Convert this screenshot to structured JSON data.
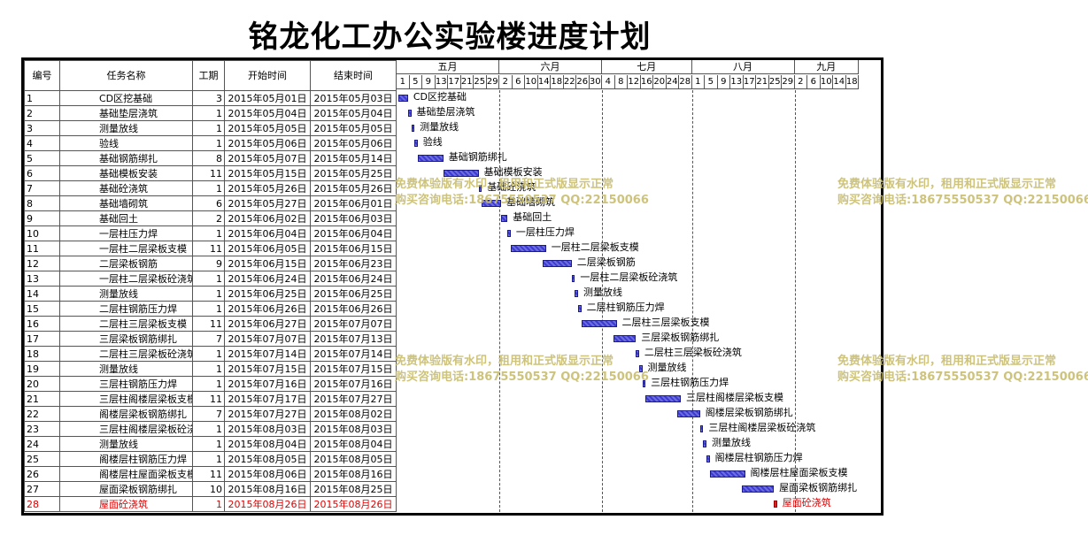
{
  "title": "铭龙化工办公实验楼进度计划",
  "headers": {
    "id": "编号",
    "name": "任务名称",
    "duration": "工期",
    "start": "开始时间",
    "end": "结束时间"
  },
  "months": [
    {
      "label": "五月",
      "days": [
        "1",
        "5",
        "9",
        "13",
        "17",
        "21",
        "25",
        "29"
      ]
    },
    {
      "label": "六月",
      "days": [
        "2",
        "6",
        "10",
        "14",
        "18",
        "22",
        "26",
        "30"
      ]
    },
    {
      "label": "七月",
      "days": [
        "4",
        "8",
        "12",
        "16",
        "20",
        "24",
        "28"
      ]
    },
    {
      "label": "八月",
      "days": [
        "1",
        "5",
        "9",
        "13",
        "17",
        "21",
        "25",
        "29"
      ]
    },
    {
      "label": "九月",
      "days": [
        "2",
        "6",
        "10",
        "14",
        "18"
      ]
    }
  ],
  "tasks": [
    {
      "id": "1",
      "name": "CD区挖基础",
      "duration": "3",
      "start": "2015年05月01日",
      "end": "2015年05月03日"
    },
    {
      "id": "2",
      "name": "基础垫层浇筑",
      "duration": "1",
      "start": "2015年05月04日",
      "end": "2015年05月04日"
    },
    {
      "id": "3",
      "name": "测量放线",
      "duration": "1",
      "start": "2015年05月05日",
      "end": "2015年05月05日"
    },
    {
      "id": "4",
      "name": "验线",
      "duration": "1",
      "start": "2015年05月06日",
      "end": "2015年05月06日"
    },
    {
      "id": "5",
      "name": "基础钢筋绑扎",
      "duration": "8",
      "start": "2015年05月07日",
      "end": "2015年05月14日"
    },
    {
      "id": "6",
      "name": "基础模板安装",
      "duration": "11",
      "start": "2015年05月15日",
      "end": "2015年05月25日"
    },
    {
      "id": "7",
      "name": "基础砼浇筑",
      "duration": "1",
      "start": "2015年05月26日",
      "end": "2015年05月26日"
    },
    {
      "id": "8",
      "name": "基础墙砌筑",
      "duration": "6",
      "start": "2015年05月27日",
      "end": "2015年06月01日"
    },
    {
      "id": "9",
      "name": "基础回土",
      "duration": "2",
      "start": "2015年06月02日",
      "end": "2015年06月03日"
    },
    {
      "id": "10",
      "name": "一层柱压力焊",
      "duration": "1",
      "start": "2015年06月04日",
      "end": "2015年06月04日"
    },
    {
      "id": "11",
      "name": "一层柱二层梁板支模",
      "duration": "11",
      "start": "2015年06月05日",
      "end": "2015年06月15日"
    },
    {
      "id": "12",
      "name": "二层梁板钢筋",
      "duration": "9",
      "start": "2015年06月15日",
      "end": "2015年06月23日"
    },
    {
      "id": "13",
      "name": "一层柱二层梁板砼浇筑",
      "duration": "1",
      "start": "2015年06月24日",
      "end": "2015年06月24日"
    },
    {
      "id": "14",
      "name": "测量放线",
      "duration": "1",
      "start": "2015年06月25日",
      "end": "2015年06月25日"
    },
    {
      "id": "15",
      "name": "二层柱钢筋压力焊",
      "duration": "1",
      "start": "2015年06月26日",
      "end": "2015年06月26日"
    },
    {
      "id": "16",
      "name": "二层柱三层梁板支模",
      "duration": "11",
      "start": "2015年06月27日",
      "end": "2015年07月07日"
    },
    {
      "id": "17",
      "name": "三层梁板钢筋绑扎",
      "duration": "7",
      "start": "2015年07月07日",
      "end": "2015年07月13日"
    },
    {
      "id": "18",
      "name": "二层柱三层梁板砼浇筑",
      "duration": "1",
      "start": "2015年07月14日",
      "end": "2015年07月14日"
    },
    {
      "id": "19",
      "name": "测量放线",
      "duration": "1",
      "start": "2015年07月15日",
      "end": "2015年07月15日"
    },
    {
      "id": "20",
      "name": "三层柱钢筋压力焊",
      "duration": "1",
      "start": "2015年07月16日",
      "end": "2015年07月16日"
    },
    {
      "id": "21",
      "name": "三层柱阁楼层梁板支模",
      "duration": "11",
      "start": "2015年07月17日",
      "end": "2015年07月27日"
    },
    {
      "id": "22",
      "name": "阁楼层梁板钢筋绑扎",
      "duration": "7",
      "start": "2015年07月27日",
      "end": "2015年08月02日"
    },
    {
      "id": "23",
      "name": "三层柱阁楼层梁板砼浇筑",
      "duration": "1",
      "start": "2015年08月03日",
      "end": "2015年08月03日"
    },
    {
      "id": "24",
      "name": "测量放线",
      "duration": "1",
      "start": "2015年08月04日",
      "end": "2015年08月04日"
    },
    {
      "id": "25",
      "name": "阁楼层柱钢筋压力焊",
      "duration": "1",
      "start": "2015年08月05日",
      "end": "2015年08月05日"
    },
    {
      "id": "26",
      "name": "阁楼层柱屋面梁板支模",
      "duration": "11",
      "start": "2015年08月06日",
      "end": "2015年08月16日"
    },
    {
      "id": "27",
      "name": "屋面梁板钢筋绑扎",
      "duration": "10",
      "start": "2015年08月16日",
      "end": "2015年08月25日"
    },
    {
      "id": "28",
      "name": "屋面砼浇筑",
      "duration": "1",
      "start": "2015年08月26日",
      "end": "2015年08月26日",
      "highlight": true
    }
  ],
  "watermark": {
    "line1": "免费体验版有水印，租用和正式版显示正常",
    "line2": "购买咨询电话:18675550537 QQ:22150066"
  },
  "colors": {
    "bar": "#3c3cd2",
    "highlight": "#e00000",
    "watermark": "#c8bd6e"
  }
}
